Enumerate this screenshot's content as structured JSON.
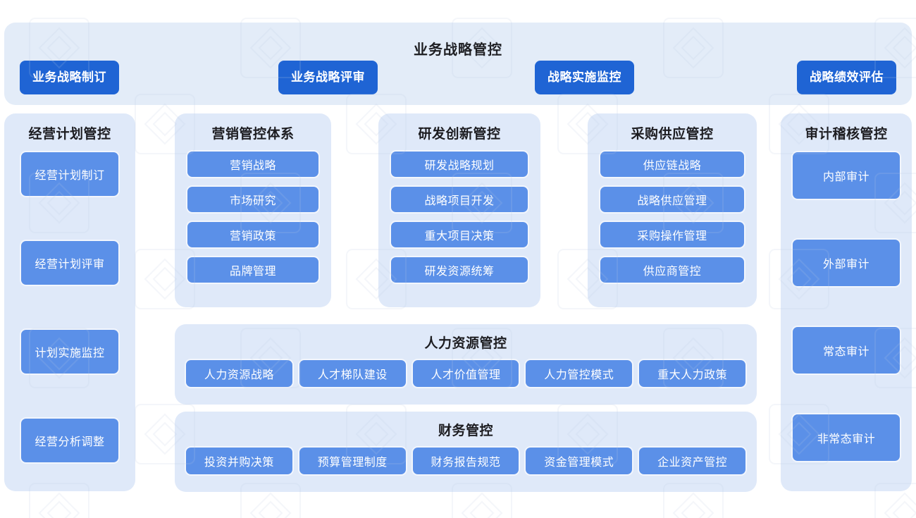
{
  "banner": {
    "title": "业务战略管控",
    "buttons": [
      "业务战略制订",
      "业务战略评审",
      "战略实施监控",
      "战略绩效评估"
    ]
  },
  "columns": {
    "plan": {
      "title": "经营计划管控",
      "items": [
        "经营计划制订",
        "经营计划评审",
        "计划实施监控",
        "经营分析调整"
      ]
    },
    "marketing": {
      "title": "营销管控体系",
      "items": [
        "营销战略",
        "市场研究",
        "营销政策",
        "品牌管理"
      ]
    },
    "rd": {
      "title": "研发创新管控",
      "items": [
        "研发战略规划",
        "战略项目开发",
        "重大项目决策",
        "研发资源统筹"
      ]
    },
    "procurement": {
      "title": "采购供应管控",
      "items": [
        "供应链战略",
        "战略供应管理",
        "采购操作管理",
        "供应商管控"
      ]
    },
    "audit": {
      "title": "审计稽核管控",
      "items": [
        "内部审计",
        "外部审计",
        "常态审计",
        "非常态审计"
      ]
    }
  },
  "rows": {
    "hr": {
      "title": "人力资源管控",
      "items": [
        "人力资源战略",
        "人才梯队建设",
        "人才价值管理",
        "人力管控模式",
        "重大人力政策"
      ]
    },
    "finance": {
      "title": "财务管控",
      "items": [
        "投资并购决策",
        "预算管理制度",
        "财务报告规范",
        "资金管理模式",
        "企业资产管控"
      ]
    }
  },
  "colors": {
    "page_background": "#ffffff",
    "banner_background": "#e3ecf8",
    "card_background": "#dfe9f9",
    "banner_button": "#1f64d4",
    "chip": "#5b90e8",
    "title_text": "#1c1c20",
    "chip_text": "#ffffff"
  }
}
